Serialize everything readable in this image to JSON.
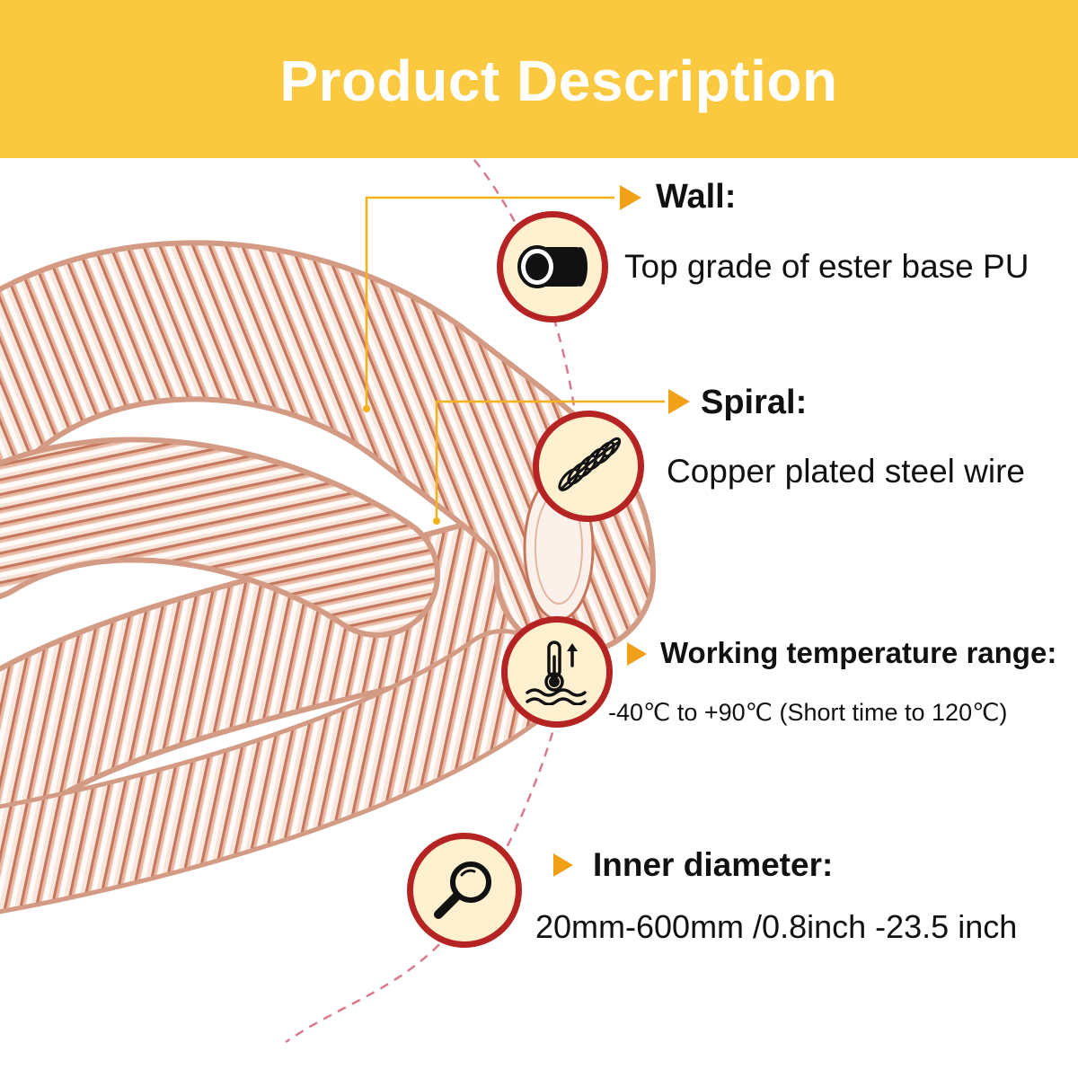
{
  "header": {
    "title": "Product Description"
  },
  "features": [
    {
      "label": "Wall:",
      "description": "Top grade of ester base PU",
      "icon": "pipe-tube-icon"
    },
    {
      "label": "Spiral:",
      "description": "Copper plated steel wire",
      "icon": "spiral-wire-icon"
    },
    {
      "label": "Working temperature range:",
      "description": "-40℃ to +90℃ (Short time to 120℃)",
      "icon": "thermometer-icon"
    },
    {
      "label": "Inner diameter:",
      "description": "20mm-600mm /0.8inch -23.5 inch",
      "icon": "magnifier-icon"
    }
  ],
  "colors": {
    "banner": "#fbc93f",
    "arrow": "#f3a019",
    "badge_ring": "#b52323",
    "badge_fill": "#fff1cf",
    "dashed_arc": "#d87a8c",
    "leader_line": "#f3b21b",
    "hose": "#e0ac92",
    "wire": "#c5775d"
  }
}
